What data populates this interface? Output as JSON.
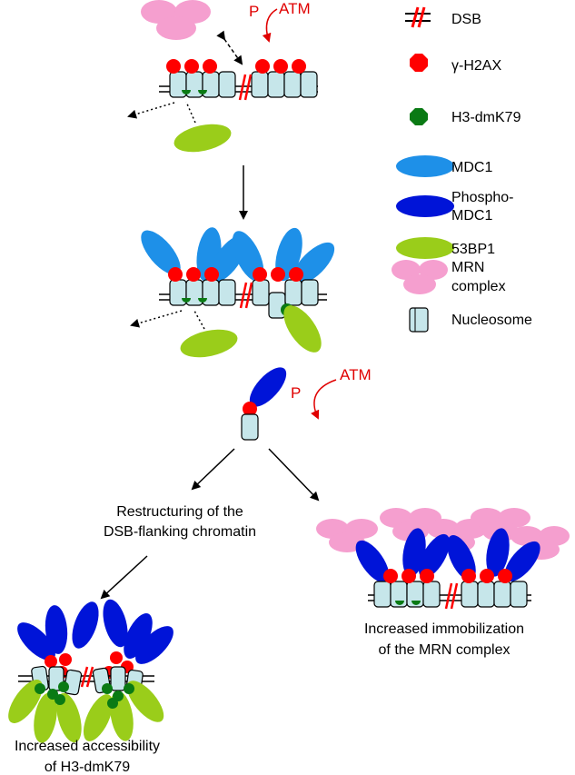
{
  "legend": {
    "dsb": "DSB",
    "gamma_h2ax": "γ-H2AX",
    "h3_dmk79": "H3-dmK79",
    "mdc1": "MDC1",
    "phospho_mdc1_line1": "Phospho-",
    "phospho_mdc1_line2": "MDC1",
    "bp53": "53BP1",
    "mrn_line1": "MRN",
    "mrn_line2": "complex",
    "nucleosome": "Nucleosome"
  },
  "labels": {
    "p": "P",
    "atm": "ATM",
    "restructuring_line1": "Restructuring of the",
    "restructuring_line2": "DSB-flanking chromatin",
    "immobilization_line1": "Increased immobilization",
    "immobilization_line2": "of the MRN complex",
    "accessibility_line1": "Increased accessibility",
    "accessibility_line2": "of H3-dmK79"
  },
  "colors": {
    "gamma_h2ax": "#ff0000",
    "h3_dmk79": "#0a7a14",
    "mdc1": "#1e90e8",
    "phospho_mdc1": "#0014d8",
    "bp53": "#9acd1a",
    "mrn": "#f59fcf",
    "nucleosome": "#c6e6ea",
    "dsb": "#ff0000",
    "atm_text": "#e00000"
  }
}
